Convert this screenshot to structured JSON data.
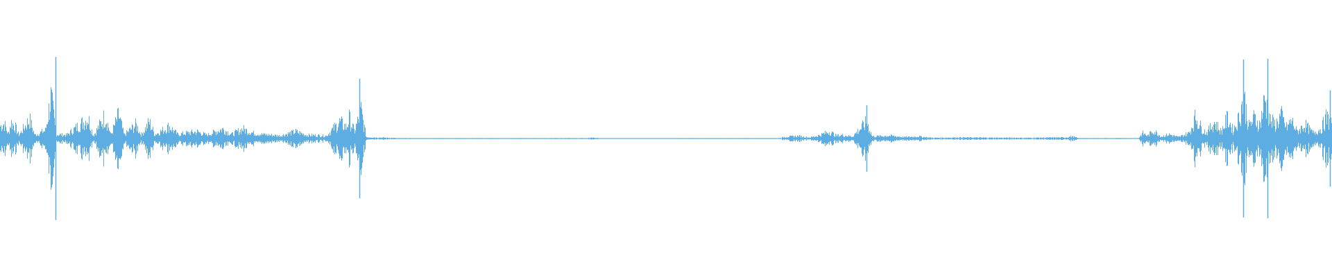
{
  "waveform": {
    "color": "#5dade2",
    "background": "#ffffff",
    "duration_label": "",
    "envelope": [
      {
        "t": 0.0,
        "a": 0.18
      },
      {
        "t": 0.003,
        "a": 0.22
      },
      {
        "t": 0.006,
        "a": 0.06
      },
      {
        "t": 0.008,
        "a": 0.24
      },
      {
        "t": 0.011,
        "a": 0.18
      },
      {
        "t": 0.014,
        "a": 0.05
      },
      {
        "t": 0.022,
        "a": 0.28
      },
      {
        "t": 0.026,
        "a": 0.05
      },
      {
        "t": 0.034,
        "a": 0.12
      },
      {
        "t": 0.038,
        "a": 0.6
      },
      {
        "t": 0.042,
        "a": 0.06
      },
      {
        "t": 0.05,
        "a": 0.05
      },
      {
        "t": 0.066,
        "a": 0.3
      },
      {
        "t": 0.07,
        "a": 0.04
      },
      {
        "t": 0.079,
        "a": 0.34
      },
      {
        "t": 0.083,
        "a": 0.05
      },
      {
        "t": 0.089,
        "a": 0.34
      },
      {
        "t": 0.093,
        "a": 0.05
      },
      {
        "t": 0.102,
        "a": 0.2
      },
      {
        "t": 0.106,
        "a": 0.05
      },
      {
        "t": 0.112,
        "a": 0.24
      },
      {
        "t": 0.116,
        "a": 0.06
      },
      {
        "t": 0.122,
        "a": 0.12
      },
      {
        "t": 0.127,
        "a": 0.18
      },
      {
        "t": 0.133,
        "a": 0.06
      },
      {
        "t": 0.14,
        "a": 0.08
      },
      {
        "t": 0.148,
        "a": 0.1
      },
      {
        "t": 0.155,
        "a": 0.05
      },
      {
        "t": 0.167,
        "a": 0.14
      },
      {
        "t": 0.174,
        "a": 0.06
      },
      {
        "t": 0.182,
        "a": 0.14
      },
      {
        "t": 0.19,
        "a": 0.08
      },
      {
        "t": 0.197,
        "a": 0.06
      },
      {
        "t": 0.21,
        "a": 0.04
      },
      {
        "t": 0.222,
        "a": 0.1
      },
      {
        "t": 0.23,
        "a": 0.05
      },
      {
        "t": 0.245,
        "a": 0.04
      },
      {
        "t": 0.255,
        "a": 0.24
      },
      {
        "t": 0.26,
        "a": 0.16
      },
      {
        "t": 0.262,
        "a": 0.3
      },
      {
        "t": 0.266,
        "a": 0.1
      },
      {
        "t": 0.271,
        "a": 0.4
      },
      {
        "t": 0.275,
        "a": 0.02
      },
      {
        "t": 0.3,
        "a": 0.005
      },
      {
        "t": 0.44,
        "a": 0.005
      },
      {
        "t": 0.444,
        "a": 0.012
      },
      {
        "t": 0.45,
        "a": 0.004
      },
      {
        "t": 0.585,
        "a": 0.005
      },
      {
        "t": 0.59,
        "a": 0.025
      },
      {
        "t": 0.6,
        "a": 0.035
      },
      {
        "t": 0.608,
        "a": 0.015
      },
      {
        "t": 0.615,
        "a": 0.045
      },
      {
        "t": 0.623,
        "a": 0.1
      },
      {
        "t": 0.628,
        "a": 0.04
      },
      {
        "t": 0.632,
        "a": 0.05
      },
      {
        "t": 0.64,
        "a": 0.03
      },
      {
        "t": 0.651,
        "a": 0.24
      },
      {
        "t": 0.655,
        "a": 0.03
      },
      {
        "t": 0.668,
        "a": 0.04
      },
      {
        "t": 0.68,
        "a": 0.02
      },
      {
        "t": 0.69,
        "a": 0.03
      },
      {
        "t": 0.7,
        "a": 0.01
      },
      {
        "t": 0.72,
        "a": 0.015
      },
      {
        "t": 0.745,
        "a": 0.012
      },
      {
        "t": 0.77,
        "a": 0.01
      },
      {
        "t": 0.8,
        "a": 0.015
      },
      {
        "t": 0.805,
        "a": 0.03
      },
      {
        "t": 0.81,
        "a": 0.005
      },
      {
        "t": 0.855,
        "a": 0.005
      },
      {
        "t": 0.858,
        "a": 0.08
      },
      {
        "t": 0.862,
        "a": 0.04
      },
      {
        "t": 0.866,
        "a": 0.12
      },
      {
        "t": 0.872,
        "a": 0.03
      },
      {
        "t": 0.878,
        "a": 0.06
      },
      {
        "t": 0.885,
        "a": 0.02
      },
      {
        "t": 0.893,
        "a": 0.08
      },
      {
        "t": 0.898,
        "a": 0.32
      },
      {
        "t": 0.902,
        "a": 0.16
      },
      {
        "t": 0.906,
        "a": 0.08
      },
      {
        "t": 0.912,
        "a": 0.24
      },
      {
        "t": 0.917,
        "a": 0.1
      },
      {
        "t": 0.922,
        "a": 0.3
      },
      {
        "t": 0.926,
        "a": 0.12
      },
      {
        "t": 0.93,
        "a": 0.28
      },
      {
        "t": 0.934,
        "a": 0.6
      },
      {
        "t": 0.938,
        "a": 0.18
      },
      {
        "t": 0.942,
        "a": 0.3
      },
      {
        "t": 0.946,
        "a": 0.2
      },
      {
        "t": 0.95,
        "a": 0.58
      },
      {
        "t": 0.954,
        "a": 0.26
      },
      {
        "t": 0.958,
        "a": 0.2
      },
      {
        "t": 0.962,
        "a": 0.34
      },
      {
        "t": 0.966,
        "a": 0.16
      },
      {
        "t": 0.97,
        "a": 0.26
      },
      {
        "t": 0.974,
        "a": 0.1
      },
      {
        "t": 0.98,
        "a": 0.2
      },
      {
        "t": 0.986,
        "a": 0.08
      },
      {
        "t": 0.992,
        "a": 0.14
      },
      {
        "t": 0.996,
        "a": 0.3
      },
      {
        "t": 1.0,
        "a": 0.22
      }
    ],
    "peaks": [
      {
        "t": 0.0415,
        "a": 0.98
      },
      {
        "t": 0.27,
        "a": 0.72
      },
      {
        "t": 0.651,
        "a": 0.4
      },
      {
        "t": 0.934,
        "a": 0.95
      },
      {
        "t": 0.952,
        "a": 0.96
      },
      {
        "t": 0.999,
        "a": 0.58
      }
    ]
  }
}
